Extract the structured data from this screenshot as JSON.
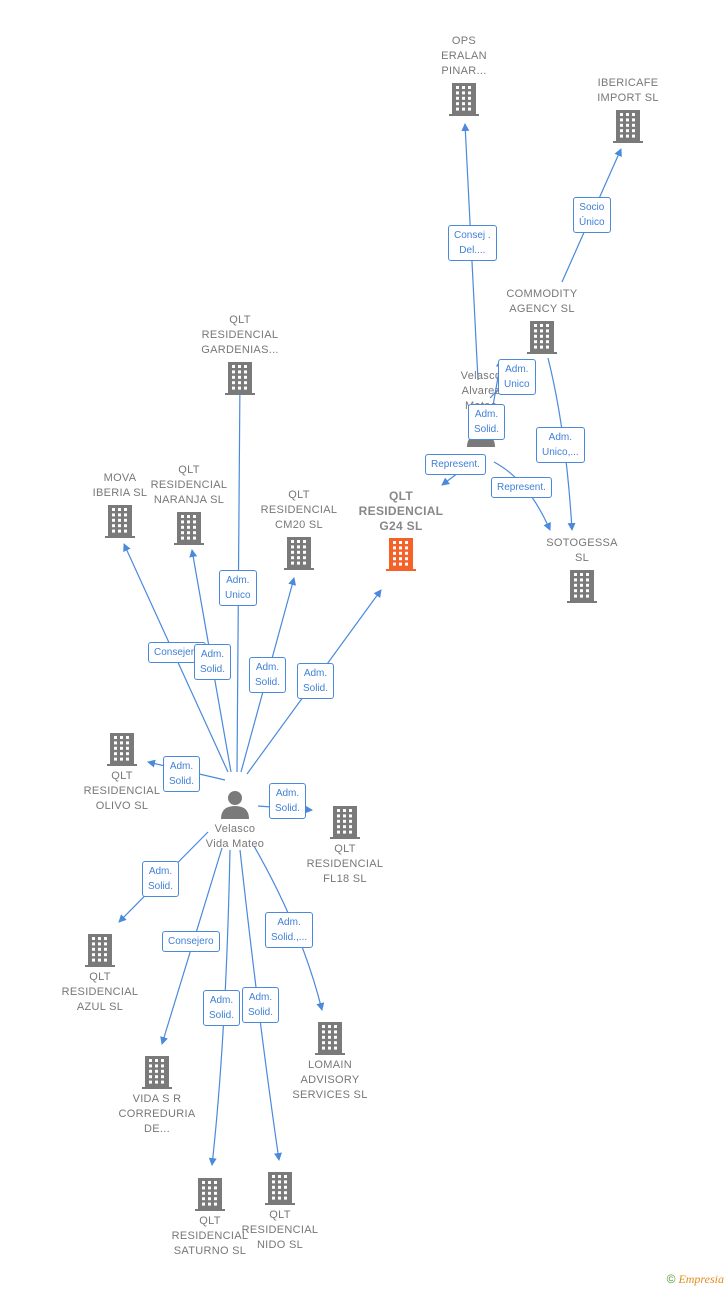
{
  "colors": {
    "edge": "#4a89dc",
    "company": "#7a7a7a",
    "focus_company": "#f4622a",
    "person": "#7a7a7a",
    "label_border": "#4a89dc",
    "label_text": "#3f7fd6"
  },
  "nodes": [
    {
      "id": "ops",
      "type": "company",
      "label": "OPS\nERALAN\nPINAR...",
      "icon": "building-icon"
    },
    {
      "id": "ibericafe",
      "type": "company",
      "label": "IBERICAFE\nIMPORT SL",
      "icon": "building-icon"
    },
    {
      "id": "commodity",
      "type": "company",
      "label": "COMMODITY\nAGENCY SL",
      "icon": "building-icon"
    },
    {
      "id": "velasco_alvarez",
      "type": "person",
      "label": "Velasco\nAlvarez\nMateo",
      "icon": "person-icon"
    },
    {
      "id": "sotogessa",
      "type": "company",
      "label": "SOTOGESSA\nSL",
      "icon": "building-icon"
    },
    {
      "id": "gardenias",
      "type": "company",
      "label": "QLT\nRESIDENCIAL\nGARDENIAS...",
      "icon": "building-icon"
    },
    {
      "id": "mova",
      "type": "company",
      "label": "MOVA\nIBERIA SL",
      "icon": "building-icon"
    },
    {
      "id": "naranja",
      "type": "company",
      "label": "QLT\nRESIDENCIAL\nNARANJA SL",
      "icon": "building-icon"
    },
    {
      "id": "cm20",
      "type": "company",
      "label": "QLT\nRESIDENCIAL\nCM20 SL",
      "icon": "building-icon"
    },
    {
      "id": "g24",
      "type": "focus",
      "label": "QLT\nRESIDENCIAL\nG24 SL",
      "icon": "building-icon"
    },
    {
      "id": "olivo",
      "type": "company",
      "label": "QLT\nRESIDENCIAL\nOLIVO SL",
      "icon": "building-icon"
    },
    {
      "id": "velasco_vida",
      "type": "person",
      "label": "Velasco\nVida Mateo",
      "icon": "person-icon"
    },
    {
      "id": "fl18",
      "type": "company",
      "label": "QLT\nRESIDENCIAL\nFL18 SL",
      "icon": "building-icon"
    },
    {
      "id": "azul",
      "type": "company",
      "label": "QLT\nRESIDENCIAL\nAZUL SL",
      "icon": "building-icon"
    },
    {
      "id": "vida_sr",
      "type": "company",
      "label": "VIDA S R\nCORREDURIA\nDE...",
      "icon": "building-icon"
    },
    {
      "id": "lomain",
      "type": "company",
      "label": "LOMAIN\nADVISORY\nSERVICES SL",
      "icon": "building-icon"
    },
    {
      "id": "saturno",
      "type": "company",
      "label": "QLT\nRESIDENCIAL\nSATURNO SL",
      "icon": "building-icon"
    },
    {
      "id": "nido",
      "type": "company",
      "label": "QLT\nRESIDENCIAL\nNIDO SL",
      "icon": "building-icon"
    }
  ],
  "edges": [
    {
      "from": "velasco_alvarez",
      "to": "ops",
      "label": "Consej .\nDel...."
    },
    {
      "from": "commodity",
      "to": "ibericafe",
      "label": "Socio\nÚnico"
    },
    {
      "from": "velasco_alvarez",
      "to": "commodity",
      "label": "Adm.\nUnico"
    },
    {
      "from": "velasco_alvarez",
      "to": "commodity",
      "label": "Adm.\nSolid."
    },
    {
      "from": "commodity",
      "to": "sotogessa",
      "label": "Adm.\nUnico,..."
    },
    {
      "from": "velasco_alvarez",
      "to": "g24",
      "label": "Represent."
    },
    {
      "from": "velasco_alvarez",
      "to": "sotogessa",
      "label": "Represent."
    },
    {
      "from": "velasco_vida",
      "to": "gardenias",
      "label": "Adm.\nUnico"
    },
    {
      "from": "velasco_vida",
      "to": "mova",
      "label": "Consejero"
    },
    {
      "from": "velasco_vida",
      "to": "naranja",
      "label": "Adm.\nSolid."
    },
    {
      "from": "velasco_vida",
      "to": "cm20",
      "label": "Adm.\nSolid."
    },
    {
      "from": "velasco_vida",
      "to": "g24",
      "label": "Adm.\nSolid."
    },
    {
      "from": "velasco_vida",
      "to": "olivo",
      "label": "Adm.\nSolid."
    },
    {
      "from": "velasco_vida",
      "to": "fl18",
      "label": "Adm.\nSolid."
    },
    {
      "from": "velasco_vida",
      "to": "azul",
      "label": "Adm.\nSolid."
    },
    {
      "from": "velasco_vida",
      "to": "vida_sr",
      "label": "Consejero"
    },
    {
      "from": "velasco_vida",
      "to": "lomain",
      "label": "Adm.\nSolid.,..."
    },
    {
      "from": "velasco_vida",
      "to": "saturno",
      "label": "Adm.\nSolid."
    },
    {
      "from": "velasco_vida",
      "to": "nido",
      "label": "Adm.\nSolid."
    }
  ],
  "footer": {
    "copyright": "©",
    "brand": "Empresia"
  }
}
